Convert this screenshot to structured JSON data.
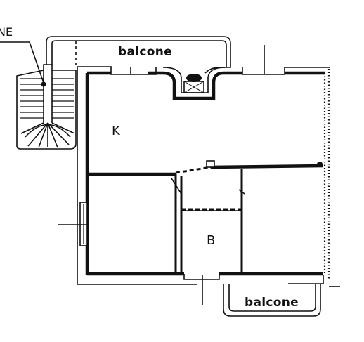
{
  "plan": {
    "labels": {
      "stair_label": "NE",
      "balcony_top": "balcone",
      "balcony_bottom": "balcone",
      "kitchen": "K",
      "bathroom": "B"
    },
    "colors": {
      "ink": "#111111",
      "paper": "#ffffff"
    }
  }
}
